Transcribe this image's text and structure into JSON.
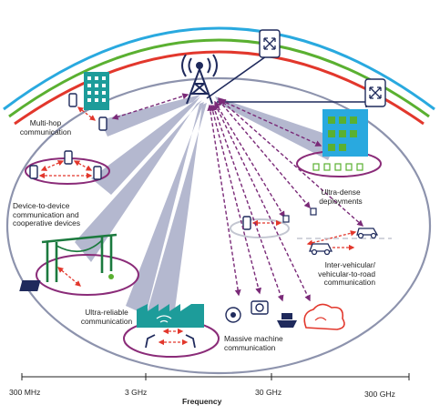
{
  "labels": {
    "multi_hop": "Multi-hop\ncommunication",
    "d2d": "Device-to-device\ncommunication and\ncooperative devices",
    "ultra_reliable": "Ultra-reliable\ncommunication",
    "massive_machine": "Massive machine\ncommunication",
    "ultra_dense": "Ultra-dense\ndeployments",
    "v2x": "Inter-vehicular/\nvehicular-to-road\ncommunication"
  },
  "axis": {
    "title": "Frequency",
    "ticks": [
      "300 MHz",
      "3 GHz",
      "30 GHz",
      "300 GHz"
    ]
  },
  "colors": {
    "arc_blue": "#29a9df",
    "arc_green": "#5ab031",
    "arc_red": "#e2372c",
    "ellipse_gray": "#8d93ad",
    "beam": "#b4b8cf",
    "group_ring": "#8a2b78",
    "link": "#7a2a78",
    "navy": "#1f2a5c",
    "teal": "#1d9c9a"
  },
  "icons": [
    "antenna-tower-icon",
    "building-icon",
    "smartphone-icon",
    "fiber-node-icon",
    "sensor-node-icon",
    "car-icon",
    "bridge-icon",
    "solar-panel-icon",
    "factory-icon",
    "robot-arm-icon",
    "camera-icon",
    "ship-icon",
    "cloud-icon"
  ]
}
